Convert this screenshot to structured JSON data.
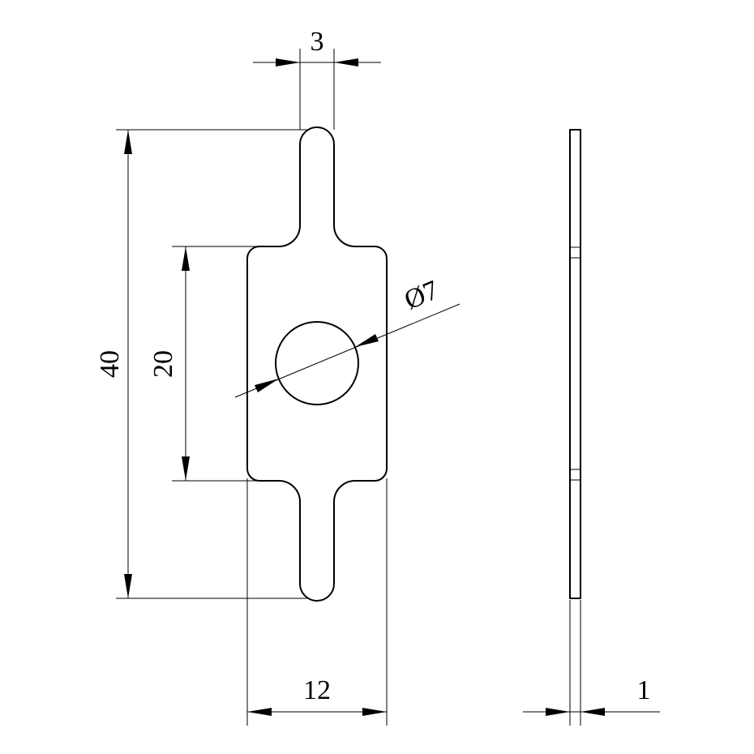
{
  "drawing": {
    "dimensions": {
      "tab_width": "3",
      "overall_height": "40",
      "body_height": "20",
      "hole_diameter": "Ø7",
      "overall_width": "12",
      "thickness": "1"
    },
    "colors": {
      "line": "#000000",
      "background": "#ffffff"
    }
  }
}
